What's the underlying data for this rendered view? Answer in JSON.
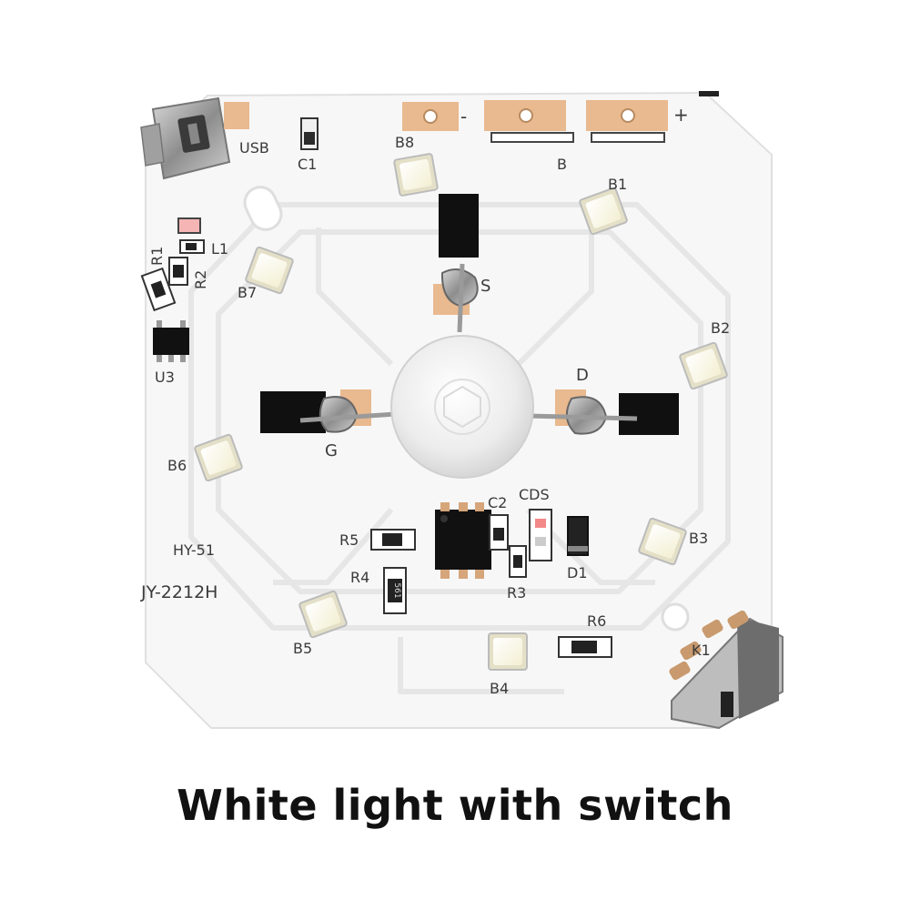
{
  "caption": "White light with switch",
  "board": {
    "model_labels": [
      "HY-51",
      "JY-2212H"
    ],
    "terminal_labels": [
      "-",
      "B",
      "+"
    ],
    "pir_pins": [
      "S",
      "D",
      "G"
    ],
    "components": [
      {
        "ref": "USB",
        "type": "usb-port"
      },
      {
        "ref": "C1",
        "type": "capacitor"
      },
      {
        "ref": "L1",
        "type": "indicator-led"
      },
      {
        "ref": "R1",
        "type": "resistor"
      },
      {
        "ref": "R2",
        "type": "resistor"
      },
      {
        "ref": "U3",
        "type": "ic"
      },
      {
        "ref": "B1",
        "type": "led"
      },
      {
        "ref": "B2",
        "type": "led"
      },
      {
        "ref": "B3",
        "type": "led"
      },
      {
        "ref": "B4",
        "type": "led"
      },
      {
        "ref": "B5",
        "type": "led"
      },
      {
        "ref": "B6",
        "type": "led"
      },
      {
        "ref": "B7",
        "type": "led"
      },
      {
        "ref": "B8",
        "type": "led"
      },
      {
        "ref": "C2",
        "type": "capacitor"
      },
      {
        "ref": "CDS",
        "type": "photoresistor"
      },
      {
        "ref": "R5",
        "type": "resistor"
      },
      {
        "ref": "R4",
        "type": "resistor",
        "marking": "561"
      },
      {
        "ref": "R3",
        "type": "resistor"
      },
      {
        "ref": "D1",
        "type": "diode"
      },
      {
        "ref": "R6",
        "type": "resistor"
      },
      {
        "ref": "K1",
        "type": "slide-switch"
      }
    ]
  },
  "colors": {
    "board": "#f7f7f7",
    "trace": "#e6e6e6",
    "copper_pad": "#e9b98f",
    "led_face": "#fffbe2",
    "black_block": "#101010",
    "silkscreen": "#3a3a3a"
  }
}
